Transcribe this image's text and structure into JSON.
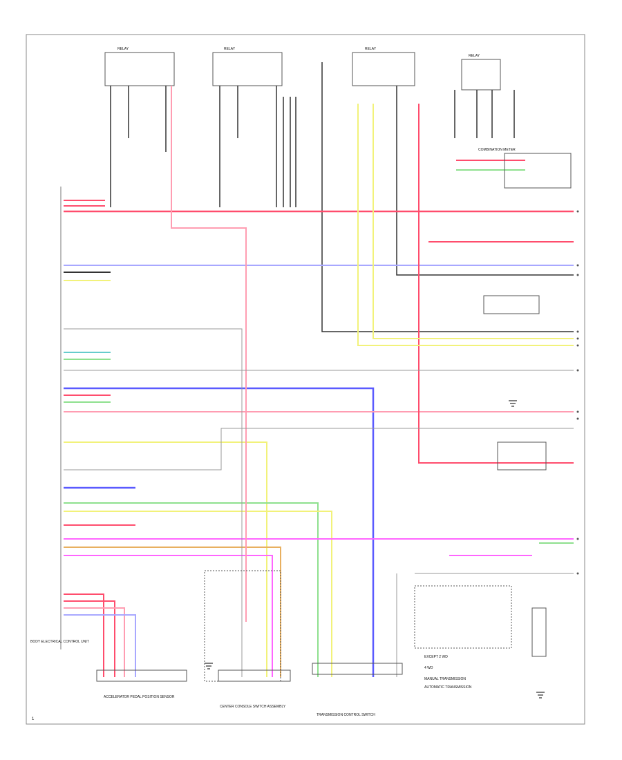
{
  "diagram": {
    "page_number": "1",
    "left_connector_note": "BODY ELECTRICAL CONTROL UNIT",
    "bottom_left_component": "ACCELERATOR PEDAL POSITION SENSOR",
    "bottom_middle_component": "CENTER CONSOLE SWITCH ASSEMBLY",
    "bottom_right_component": "TRANSMISSION CONTROL SWITCH",
    "right_component": "COMBINATION METER",
    "top_relays": [
      "RELAY",
      "RELAY",
      "RELAY",
      "RELAY"
    ],
    "legend_items": [
      "EXCEPT 2 WD",
      "4 WD",
      "MANUAL TRANSMISSION",
      "AUTOMATIC TRANSMISSION"
    ],
    "colors": {
      "red": "#ff4d6d",
      "pink": "#ff9db2",
      "blue": "#5a5aff",
      "light_blue": "#a8a8ff",
      "yellow": "#f2f27a",
      "green": "#8ee08e",
      "magenta": "#ff66ff",
      "orange": "#e8b060",
      "black": "#333333",
      "gray": "#999999"
    }
  }
}
